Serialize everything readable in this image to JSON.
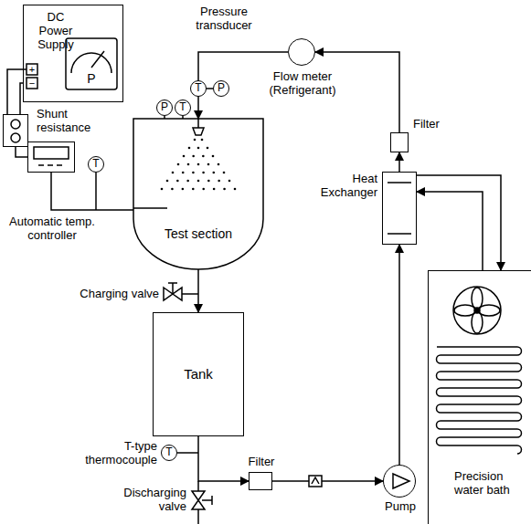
{
  "diagram": {
    "nodes": [
      {
        "text": [
          "DC Power Supply",
          "P"
        ]
      },
      {
        "text": [
          "Shunt resistance"
        ]
      },
      {
        "text": [
          "Automatic temp. controller"
        ]
      },
      {
        "text": [
          "Flow meter (Refrigerant)"
        ]
      },
      {
        "text": [
          "Filter"
        ]
      },
      {
        "text": [
          "Test section"
        ]
      },
      {
        "text": [
          "Heat Exchanger"
        ]
      },
      {
        "text": [
          "Tank"
        ]
      },
      {
        "text": [
          "Precision water bath"
        ]
      },
      {
        "text": [
          "Filter"
        ]
      },
      {
        "text": [
          "Pump"
        ]
      },
      {
        "text": [
          "P"
        ]
      },
      {
        "text": [
          "T"
        ]
      },
      {
        "text": [
          "T"
        ]
      },
      {
        "text": [
          "P"
        ]
      },
      {
        "text": [
          "T"
        ]
      },
      {
        "text": [
          "T"
        ]
      }
    ],
    "edges": [
      {
        "from": 5,
        "to": 7,
        "arrow": "to"
      },
      {
        "from": 7,
        "to": 9,
        "arrow": "to"
      },
      {
        "from": 9,
        "to": 10,
        "arrow": "to"
      },
      {
        "from": 10,
        "to": 6,
        "arrow": "to"
      },
      {
        "from": 6,
        "to": 4,
        "arrow": "to"
      },
      {
        "from": 4,
        "to": 3,
        "arrow": "to"
      },
      {
        "from": 3,
        "to": 5,
        "arrow": "to"
      },
      {
        "from": 6,
        "to": 8,
        "arrow": "to"
      },
      {
        "from": 8,
        "to": 6,
        "arrow": "to"
      },
      {
        "from": 0,
        "to": 1,
        "arrow": "none"
      },
      {
        "from": 1,
        "to": 2,
        "arrow": "none"
      },
      {
        "from": 2,
        "to": 5,
        "arrow": "none"
      }
    ],
    "labels": [
      "Pressure transducer",
      "+",
      "−",
      "Charging valve",
      "T-type thermocouple",
      "Discharging valve"
    ]
  }
}
